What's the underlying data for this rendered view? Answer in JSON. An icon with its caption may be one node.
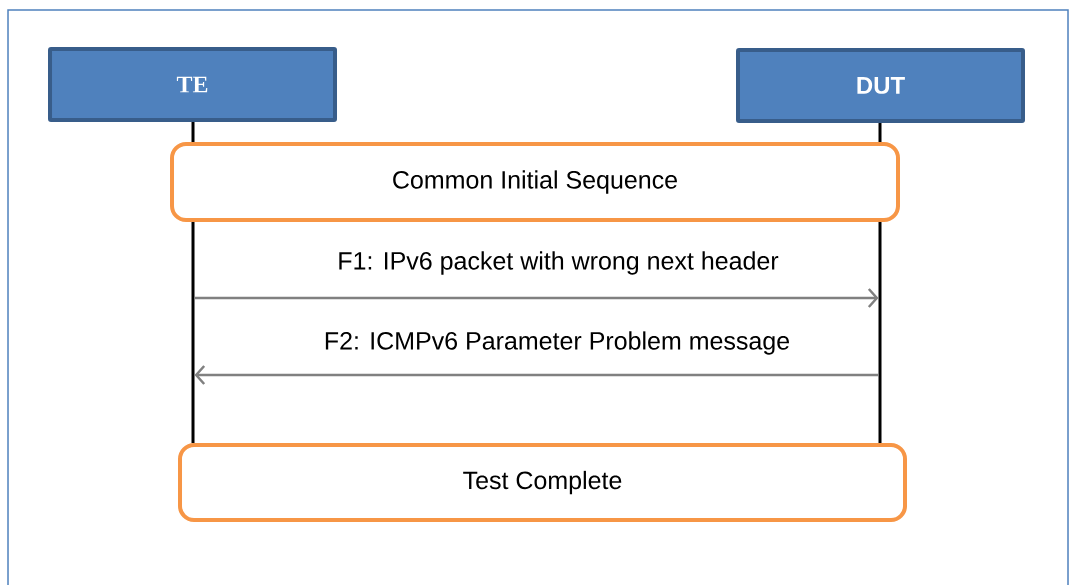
{
  "diagram": {
    "nodes": [
      {
        "text": [
          "TE"
        ]
      },
      {
        "text": [
          "DUT"
        ]
      },
      {
        "text": [],
        "shape": "line"
      },
      {
        "text": [],
        "shape": "line"
      },
      {
        "text": [
          "Common Initial Sequence"
        ]
      },
      {
        "text": [
          "Test Complete"
        ]
      }
    ],
    "edges": [
      {
        "from": 2,
        "to": 3,
        "arrow": "to",
        "label": "F1: IPv6 packet with wrong next header",
        "color": "#808080"
      },
      {
        "from": 3,
        "to": 2,
        "arrow": "to",
        "label": "F2: ICMPv6 Parameter Problem message",
        "color": "#808080"
      }
    ]
  }
}
